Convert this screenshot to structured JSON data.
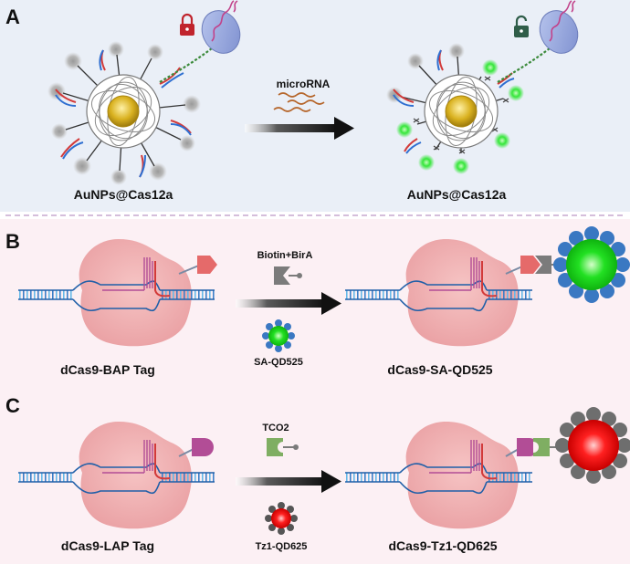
{
  "panels": {
    "a": {
      "letter": "A",
      "left_label": "AuNPs@Cas12a",
      "right_label": "AuNPs@Cas12a",
      "arrow_label": "microRNA",
      "colors": {
        "background": "#eaeff7",
        "lock_closed": "#c0242d",
        "lock_open": "#2f5d49",
        "gold": "#d9b11f",
        "glow": "#35e63a"
      }
    },
    "b": {
      "letter": "B",
      "left_label": "dCas9-BAP Tag",
      "right_label": "dCas9-SA-QD525",
      "reagent_top": "Biotin+BirA",
      "reagent_bottom": "SA-QD525",
      "colors": {
        "background": "#fcf0f4",
        "tag": "#e56a6a",
        "adapter": "#7b7b7b",
        "qd": "#1fdc1f",
        "shell": "#3a78c2"
      }
    },
    "c": {
      "letter": "C",
      "left_label": "dCas9-LAP Tag",
      "right_label": "dCas9-Tz1-QD625",
      "reagent_top": "TCO2",
      "reagent_bottom": "Tz1-QD625",
      "colors": {
        "background": "#fcf0f4",
        "tag": "#b24d96",
        "adapter": "#7fae62",
        "qd": "#ee1414",
        "shell": "#6e6e6e"
      }
    }
  }
}
